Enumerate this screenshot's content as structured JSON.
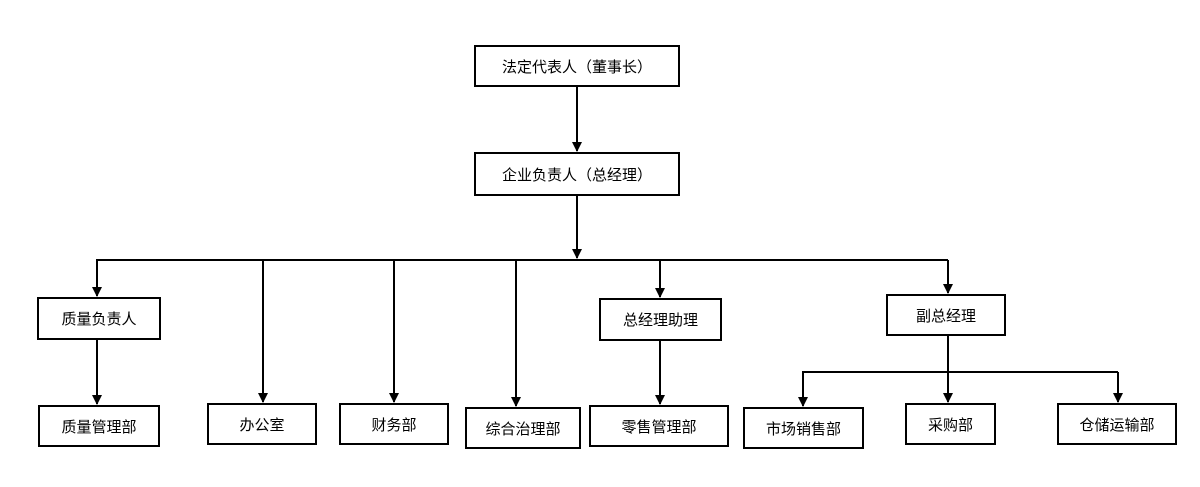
{
  "org_chart": {
    "legal_rep": "法定代表人（董事长）",
    "general_manager": "企业负责人（总经理）",
    "quality_head": "质量负责人",
    "gm_assistant": "总经理助理",
    "deputy_gm": "副总经理",
    "quality_dept": "质量管理部",
    "office": "办公室",
    "finance_dept": "财务部",
    "governance_dept": "综合治理部",
    "retail_dept": "零售管理部",
    "sales_dept": "市场销售部",
    "purchasing_dept": "采购部",
    "logistics_dept": "仓储运输部"
  }
}
